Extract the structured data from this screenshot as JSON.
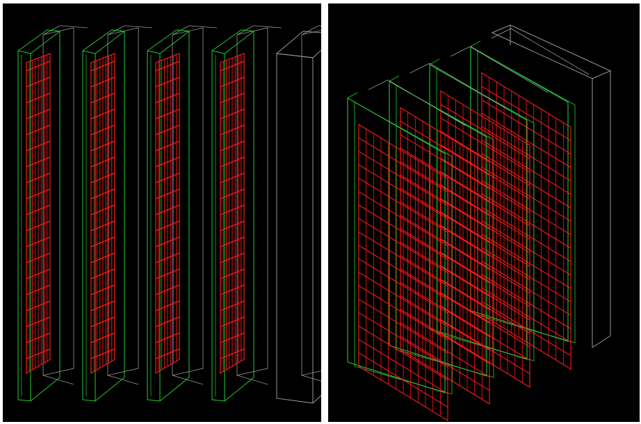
{
  "views": [
    {
      "name": "front-view",
      "layers": 4,
      "empty_trailing_layers": 1,
      "colors": {
        "background": "#000000",
        "frame": "#22cc33",
        "sensor": "#ff1a1a",
        "support": "#9a9a9a"
      }
    },
    {
      "name": "perspective-view",
      "layers": 4,
      "empty_trailing_layers": 1,
      "colors": {
        "background": "#000000",
        "frame": "#22cc33",
        "sensor": "#ff1a1a",
        "support": "#9a9a9a"
      }
    }
  ]
}
